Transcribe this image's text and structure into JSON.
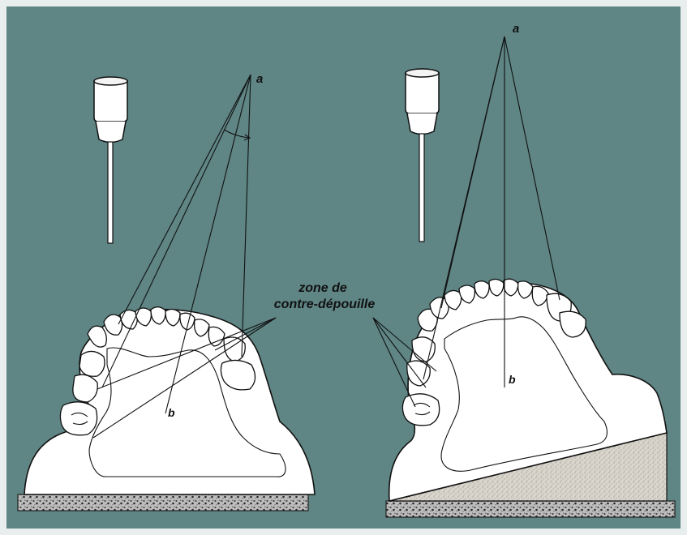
{
  "labels": {
    "left_apex": "a",
    "left_base": "b",
    "right_apex": "a",
    "right_base": "b",
    "undercut_line1": "zone de",
    "undercut_line2": "contre-dépouille"
  },
  "colors": {
    "background": "#5f8585",
    "frame": "#e8eeee",
    "cast_fill": "#ffffff",
    "ink": "#111111",
    "tilt_fill": "#cfcbc3"
  },
  "icons": [
    "surveyor-analyzing-rod-icon",
    "surveyor-analyzing-rod-icon"
  ]
}
